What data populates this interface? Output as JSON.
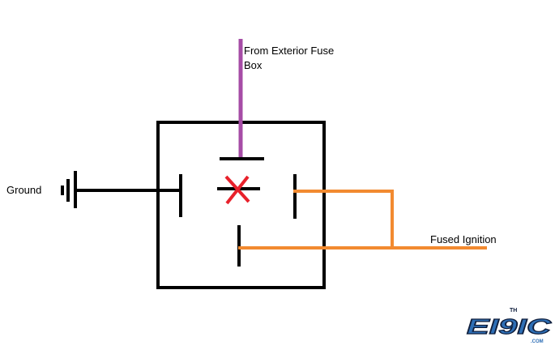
{
  "labels": {
    "source": [
      "From Exterior Fuse",
      "Box"
    ],
    "ground": "Ground",
    "fused_ignition": "Fused Ignition"
  },
  "logo": {
    "brand": "EI9IC",
    "superscript": "TH",
    "domain": ".COM"
  },
  "colors": {
    "background": "#ffffff",
    "box_outline": "#000000",
    "source_wire": "#a64ca6",
    "ignition_wire": "#f28a30",
    "cross_mark": "#e8212b",
    "logo_fill": "#2e6fb6",
    "logo_dark": "#0f1e3c"
  },
  "icons": {
    "ground_symbol": "ground-icon",
    "center_mark": "x-cross-icon",
    "logo": "civic-logo-icon"
  }
}
